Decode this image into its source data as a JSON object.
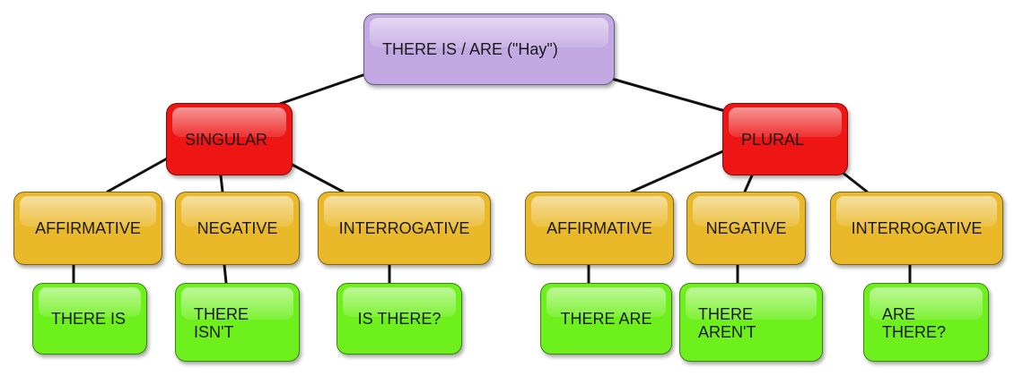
{
  "root": {
    "label": "THERE IS / ARE (\"Hay\")"
  },
  "singular": {
    "label": "SINGULAR",
    "affirmative": {
      "label": "AFFIRMATIVE",
      "example": "THERE IS"
    },
    "negative": {
      "label": "NEGATIVE",
      "example": "THERE ISN'T"
    },
    "interrogative": {
      "label": "INTERROGATIVE",
      "example": "IS THERE?"
    }
  },
  "plural": {
    "label": "PLURAL",
    "affirmative": {
      "label": "AFFIRMATIVE",
      "example": "THERE ARE"
    },
    "negative": {
      "label": "NEGATIVE",
      "example": "THERE AREN'T"
    },
    "interrogative": {
      "label": "INTERROGATIVE",
      "example": "ARE THERE?"
    }
  },
  "colors": {
    "root": "#c3a9e3",
    "number": "#ee1515",
    "form": "#eab92a",
    "example": "#6ef01c"
  }
}
